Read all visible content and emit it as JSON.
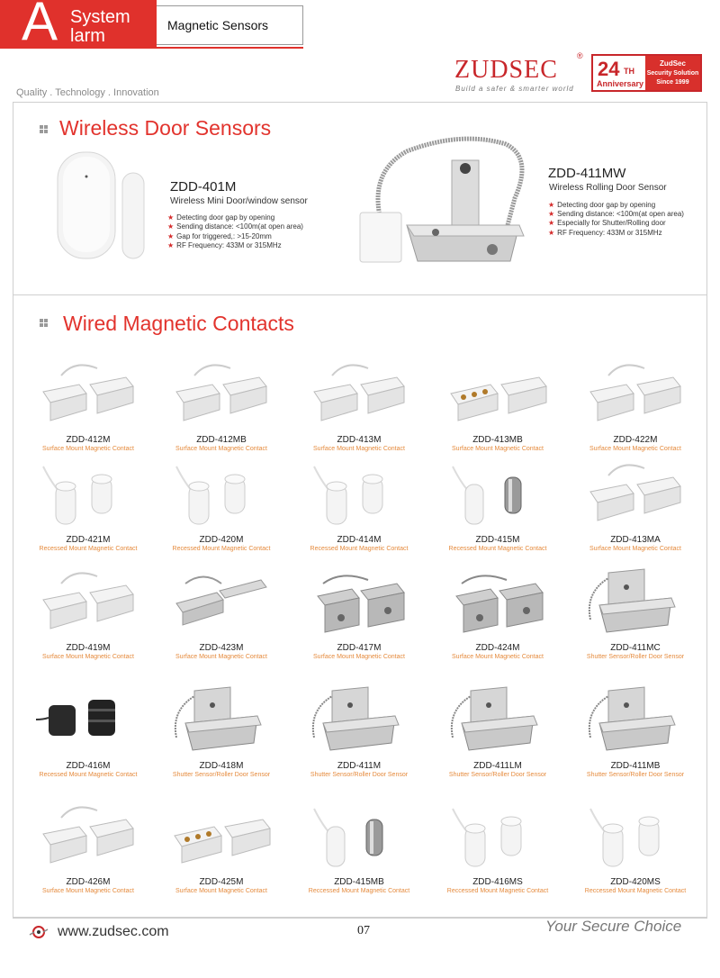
{
  "header": {
    "logo_letter": "A",
    "logo_line1": "System",
    "logo_line2": "larm",
    "category": "Magnetic Sensors",
    "brand": "ZUDSEC",
    "brand_reg": "®",
    "brand_tagline": "Build a safer & smarter world",
    "anniv_num": "24",
    "anniv_th": "TH",
    "anniv_word": "Anniversary",
    "anniv_l1": "ZudSec",
    "anniv_l2": "Security Solution",
    "anniv_l3": "Since 1999",
    "slogan": "Quality . Technology . Innovation",
    "colors": {
      "accent": "#e0312c",
      "model_desc": "#e58a3c"
    }
  },
  "wireless": {
    "title": "Wireless Door Sensors",
    "products": [
      {
        "model": "ZDD-401M",
        "desc": "Wireless Mini Door/window sensor",
        "bullets": [
          "Detecting door gap by opening",
          "Sending distance: <100m(at open area)",
          "Gap for triggered,: >15-20mm",
          "RF Frequency: 433M or 315MHz"
        ]
      },
      {
        "model": "ZDD-411MW",
        "desc": "Wireless Rolling Door Sensor",
        "bullets": [
          "Detecting door gap by opening",
          "Sending distance: <100m(at open area)",
          "Especially for Shutter/Rolling door",
          "RF Frequency: 433M or 315MHz"
        ]
      }
    ]
  },
  "wired": {
    "title": "Wired Magnetic Contacts",
    "items": [
      {
        "model": "ZDD-412M",
        "desc": "Surface Mount Magnetic Contact",
        "icon": "white-surface-contact-icon"
      },
      {
        "model": "ZDD-412MB",
        "desc": "Surface Mount Magnetic Contact",
        "icon": "white-surface-contact-icon"
      },
      {
        "model": "ZDD-413M",
        "desc": "Surface Mount Magnetic Contact",
        "icon": "white-surface-contact-icon"
      },
      {
        "model": "ZDD-413MB",
        "desc": "Surface Mount Magnetic Contact",
        "icon": "terminal-contact-icon"
      },
      {
        "model": "ZDD-422M",
        "desc": "Surface Mount Magnetic Contact",
        "icon": "white-surface-contact-icon"
      },
      {
        "model": "ZDD-421M",
        "desc": "Recessed Mount Magnetic Contact",
        "icon": "recessed-contact-icon"
      },
      {
        "model": "ZDD-420M",
        "desc": "Recessed Mount Magnetic Contact",
        "icon": "recessed-contact-icon"
      },
      {
        "model": "ZDD-414M",
        "desc": "Recessed Mount Magnetic Contact",
        "icon": "recessed-contact-icon"
      },
      {
        "model": "ZDD-415M",
        "desc": "Recessed Mount Magnetic Contact",
        "icon": "recessed-metal-contact-icon"
      },
      {
        "model": "ZDD-413MA",
        "desc": "Surface Mount Magnetic Contact",
        "icon": "white-surface-contact-icon"
      },
      {
        "model": "ZDD-419M",
        "desc": "Surface Mount Magnetic Contact",
        "icon": "white-block-contact-icon"
      },
      {
        "model": "ZDD-423M",
        "desc": "Surface Mount Magnetic Contact",
        "icon": "grey-surface-contact-icon"
      },
      {
        "model": "ZDD-417M",
        "desc": "Surface Mount Magnetic Contact",
        "icon": "metal-contact-icon"
      },
      {
        "model": "ZDD-424M",
        "desc": "Surface Mount Magnetic Contact",
        "icon": "metal-contact-icon"
      },
      {
        "model": "ZDD-411MC",
        "desc": "Shutter Sensor/Roller Door Sensor",
        "icon": "shutter-sensor-icon"
      },
      {
        "model": "ZDD-416M",
        "desc": "Recessed Mount Magnetic Contact",
        "icon": "black-recessed-contact-icon"
      },
      {
        "model": "ZDD-418M",
        "desc": "Shutter Sensor/Roller Door Sensor",
        "icon": "shutter-sensor-icon"
      },
      {
        "model": "ZDD-411M",
        "desc": "Shutter Sensor/Roller Door Sensor",
        "icon": "shutter-sensor-icon"
      },
      {
        "model": "ZDD-411LM",
        "desc": "Shutter Sensor/Roller Door Sensor",
        "icon": "shutter-sensor-icon"
      },
      {
        "model": "ZDD-411MB",
        "desc": "Shutter Sensor/Roller Door Sensor",
        "icon": "shutter-sensor-icon"
      },
      {
        "model": "ZDD-426M",
        "desc": "Surface Mount Magnetic Contact",
        "icon": "white-surface-contact-icon"
      },
      {
        "model": "ZDD-425M",
        "desc": "Surface Mount Magnetic Contact",
        "icon": "terminal-contact-icon"
      },
      {
        "model": "ZDD-415MB",
        "desc": "Reccessed Mount Magnetic Contact",
        "icon": "recessed-metal-contact-icon"
      },
      {
        "model": "ZDD-416MS",
        "desc": "Reccessed Mount Magnetic Contact",
        "icon": "recessed-contact-icon"
      },
      {
        "model": "ZDD-420MS",
        "desc": "Reccessed Mount Magnetic Contact",
        "icon": "recessed-contact-icon"
      }
    ]
  },
  "footer": {
    "url": "www.zudsec.com",
    "page": "07",
    "slogan": "Your Secure Choice"
  }
}
